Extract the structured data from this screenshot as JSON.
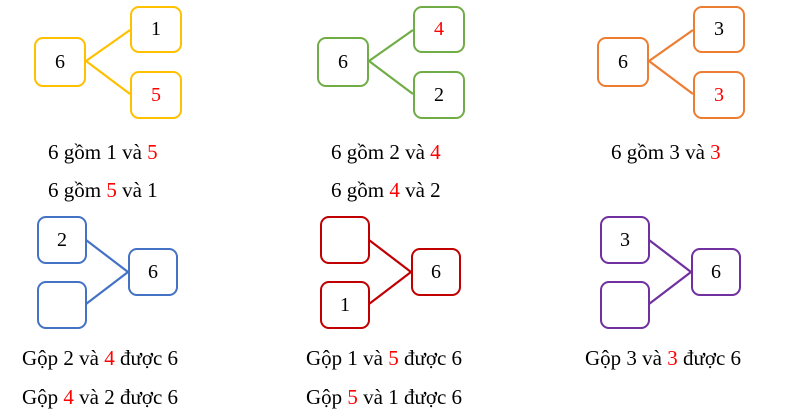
{
  "colors": {
    "highlight": "#ff0000",
    "yellow": "#ffc000",
    "green": "#70ad47",
    "orange": "#ed7d31",
    "blue": "#4472c4",
    "darkred": "#c00000",
    "purple": "#7030a0"
  },
  "split_diagrams": [
    {
      "color_name": "yellow",
      "whole": "6",
      "top": {
        "value": "1",
        "highlight": false
      },
      "bottom": {
        "value": "5",
        "highlight": true
      },
      "captions": [
        {
          "parts": [
            "6 gồm 1 và ",
            "5",
            ""
          ]
        },
        {
          "parts": [
            "6 gồm ",
            "5",
            " và 1"
          ]
        }
      ]
    },
    {
      "color_name": "green",
      "whole": "6",
      "top": {
        "value": "4",
        "highlight": true
      },
      "bottom": {
        "value": "2",
        "highlight": false
      },
      "captions": [
        {
          "parts": [
            "6 gồm 2 và ",
            "4",
            ""
          ]
        },
        {
          "parts": [
            "6 gồm ",
            "4",
            " và 2"
          ]
        }
      ]
    },
    {
      "color_name": "orange",
      "whole": "6",
      "top": {
        "value": "3",
        "highlight": false
      },
      "bottom": {
        "value": "3",
        "highlight": true
      },
      "captions": [
        {
          "parts": [
            "6 gồm 3 và ",
            "3",
            ""
          ]
        }
      ]
    }
  ],
  "merge_diagrams": [
    {
      "color_name": "blue",
      "whole": "6",
      "top": {
        "value": "2"
      },
      "bottom": {
        "value": ""
      },
      "captions": [
        {
          "parts": [
            "Gộp 2 và ",
            "4",
            " được 6"
          ]
        },
        {
          "parts": [
            "Gộp ",
            "4",
            " và 2 được 6"
          ]
        }
      ]
    },
    {
      "color_name": "darkred",
      "whole": "6",
      "top": {
        "value": ""
      },
      "bottom": {
        "value": "1"
      },
      "captions": [
        {
          "parts": [
            "Gộp 1 và ",
            "5",
            " được 6"
          ]
        },
        {
          "parts": [
            "Gộp ",
            "5",
            " và 1 được 6"
          ]
        }
      ]
    },
    {
      "color_name": "purple",
      "whole": "6",
      "top": {
        "value": "3"
      },
      "bottom": {
        "value": ""
      },
      "captions": [
        {
          "parts": [
            "Gộp 3 và ",
            "3",
            " được 6"
          ]
        }
      ]
    }
  ]
}
